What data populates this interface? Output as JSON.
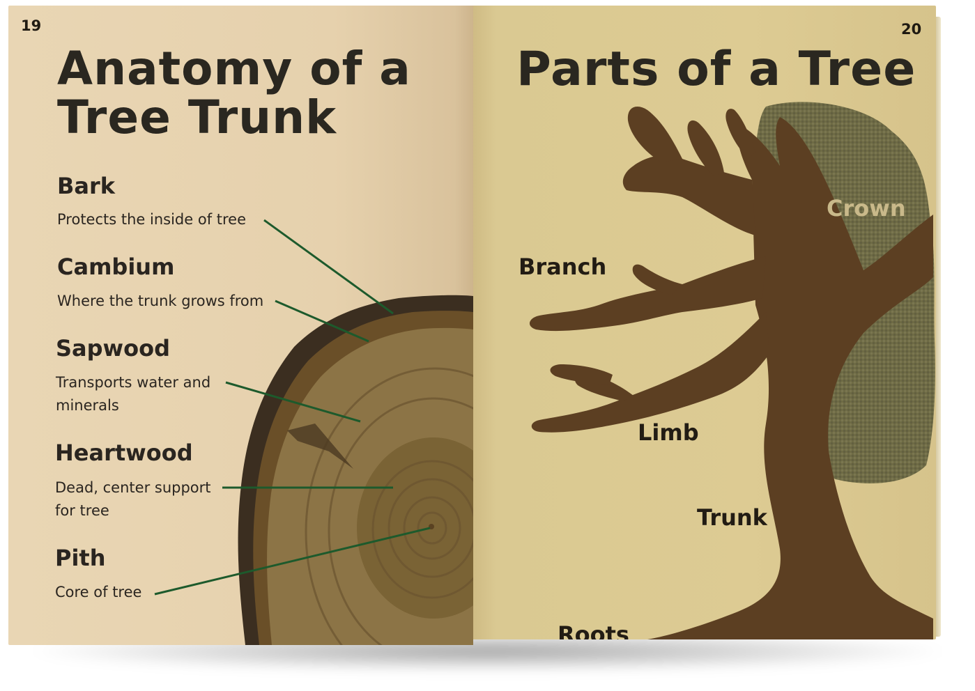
{
  "left_page": {
    "page_number": "19",
    "title_line1": "Anatomy of a",
    "title_line2": "Tree Trunk",
    "layers": [
      {
        "term": "Bark",
        "description_lines": [
          "Protects the inside of tree"
        ]
      },
      {
        "term": "Cambium",
        "description_lines": [
          "Where the trunk grows from"
        ]
      },
      {
        "term": "Sapwood",
        "description_lines": [
          "Transports water and",
          "minerals"
        ]
      },
      {
        "term": "Heartwood",
        "description_lines": [
          "Dead, center support",
          "for tree"
        ]
      },
      {
        "term": "Pith",
        "description_lines": [
          "Core of tree"
        ]
      }
    ]
  },
  "right_page": {
    "page_number": "20",
    "title": "Parts of a Tree",
    "labels": {
      "crown": "Crown",
      "branch": "Branch",
      "limb": "Limb",
      "trunk": "Trunk",
      "roots": "Roots"
    }
  },
  "colors": {
    "left_paper": "#e6d1ad",
    "right_paper": "#ddcb93",
    "leader_line": "#1d5a2c",
    "crown_green": "#6e6b45",
    "tree_brown": "#5c3f22",
    "bark_dark": "#3b2e20",
    "wood": "#8b7445"
  }
}
